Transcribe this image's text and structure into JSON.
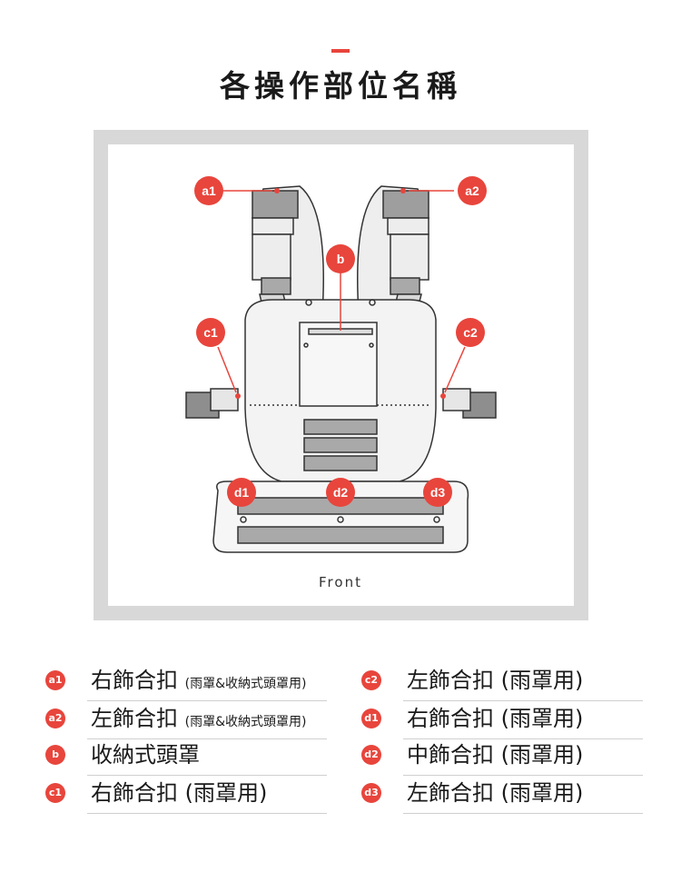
{
  "title": "各操作部位名稱",
  "diagram": {
    "caption": "Front",
    "markers": {
      "a1": "a1",
      "a2": "a2",
      "b": "b",
      "c1": "c1",
      "c2": "c2",
      "d1": "d1",
      "d2": "d2",
      "d3": "d3"
    }
  },
  "legend": {
    "left": [
      {
        "badge": "a1",
        "name": "右飾合扣",
        "note": "(雨罩&收納式頭罩用)"
      },
      {
        "badge": "a2",
        "name": "左飾合扣",
        "note": "(雨罩&收納式頭罩用)"
      },
      {
        "badge": "b",
        "name": "收納式頭罩",
        "note": ""
      },
      {
        "badge": "c1",
        "name": "右飾合扣 (雨罩用)",
        "note": ""
      }
    ],
    "right": [
      {
        "badge": "c2",
        "name": "左飾合扣  (雨罩用)"
      },
      {
        "badge": "d1",
        "name": "右飾合扣  (雨罩用)"
      },
      {
        "badge": "d2",
        "name": "中飾合扣  (雨罩用)"
      },
      {
        "badge": "d3",
        "name": "左飾合扣  (雨罩用)"
      }
    ]
  },
  "colors": {
    "accent": "#e8453c",
    "frame": "#d8d8d8",
    "strap": "#a9a9a9",
    "panel": "#efefef"
  }
}
